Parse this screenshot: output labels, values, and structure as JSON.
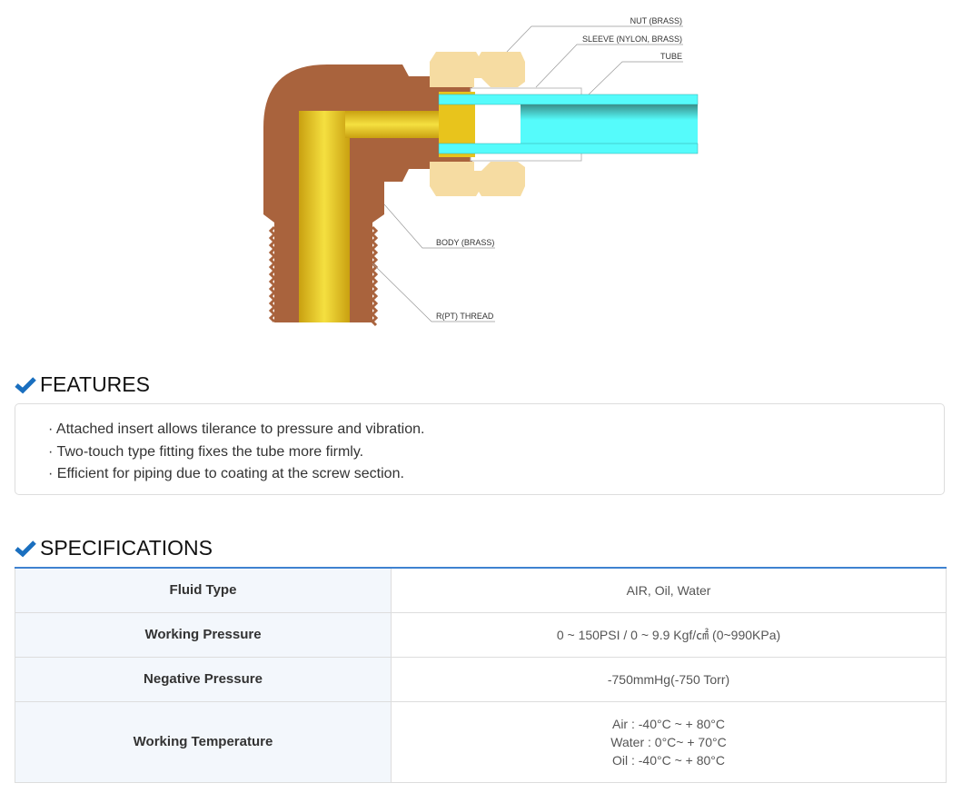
{
  "diagram": {
    "labels": [
      "NUT (BRASS)",
      "SLEEVE (NYLON, BRASS)",
      "TUBE",
      "BODY (BRASS)",
      "R(PT) THREAD"
    ],
    "colors": {
      "body": "#a9633d",
      "insert": "#e8c41c",
      "nut": "#f6dca2",
      "tube": "#55fbfb"
    }
  },
  "features": {
    "title": "FEATURES",
    "items": [
      "· Attached insert allows tilerance to pressure and vibration.",
      "· Two-touch type fitting fixes the tube more firmly.",
      "· Efficient for piping due to coating at the screw section."
    ]
  },
  "specifications": {
    "title": "SPECIFICATIONS",
    "rows": [
      {
        "label": "Fluid Type",
        "value": [
          "AIR, Oil, Water"
        ]
      },
      {
        "label": "Working Pressure",
        "value": [
          "0 ~ 150PSI / 0 ~ 9.9 Kgf/㎠ (0~990KPa)"
        ]
      },
      {
        "label": "Negative Pressure",
        "value": [
          "-750mmHg(-750 Torr)"
        ]
      },
      {
        "label": "Working Temperature",
        "value": [
          "Air : -40°C ~ + 80°C",
          "Water : 0°C~ + 70°C",
          "Oil : -40°C ~ + 80°C"
        ]
      }
    ]
  },
  "accent": "#1a6fbf"
}
